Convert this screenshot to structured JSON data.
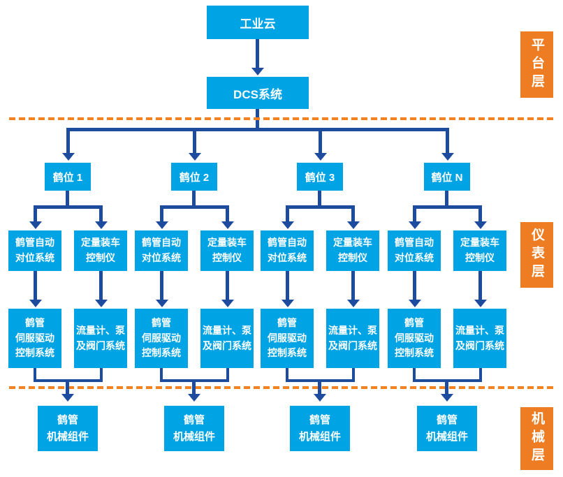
{
  "colors": {
    "node_cyan": "#00a3e4",
    "connector_blue": "#1d4c9f",
    "layer_orange": "#ee7c23",
    "separator_orange": "#f58220",
    "text_white": "#ffffff"
  },
  "top": {
    "cloud": "工业云",
    "dcs": "DCS系统"
  },
  "layer_labels": [
    {
      "label": "平台层"
    },
    {
      "label": "仪表层"
    },
    {
      "label": "机械层"
    }
  ],
  "groups": [
    {
      "station": "鹤位 1",
      "auto_align": "鹤管自动\n对位系统",
      "loading_ctrl": "定量装车\n控制仪",
      "servo": "鹤管\n伺服驱动\n控制系统",
      "flow": "流量计、泵\n及阀门系统",
      "mech": "鹤管\n机械组件"
    },
    {
      "station": "鹤位 2",
      "auto_align": "鹤管自动\n对位系统",
      "loading_ctrl": "定量装车\n控制仪",
      "servo": "鹤管\n伺服驱动\n控制系统",
      "flow": "流量计、泵\n及阀门系统",
      "mech": "鹤管\n机械组件"
    },
    {
      "station": "鹤位 3",
      "auto_align": "鹤管自动\n对位系统",
      "loading_ctrl": "定量装车\n控制仪",
      "servo": "鹤管\n伺服驱动\n控制系统",
      "flow": "流量计、泵\n及阀门系统",
      "mech": "鹤管\n机械组件"
    },
    {
      "station": "鹤位 N",
      "auto_align": "鹤管自动\n对位系统",
      "loading_ctrl": "定量装车\n控制仪",
      "servo": "鹤管\n伺服驱动\n控制系统",
      "flow": "流量计、泵\n及阀门系统",
      "mech": "鹤管\n机械组件"
    }
  ]
}
